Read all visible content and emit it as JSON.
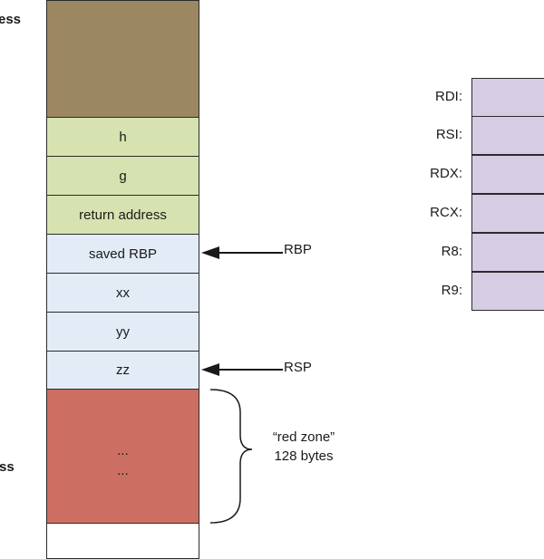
{
  "side_labels": {
    "top": "ess",
    "bottom": "ss",
    "marks": [
      ".",
      "."
    ]
  },
  "stack": {
    "colors": {
      "unused": "#9b8760",
      "args": "#d6e3b1",
      "frame": "#e3ebf6",
      "red_zone": "#cd6e63",
      "empty": "#ffffff"
    },
    "cells": [
      {
        "label": "",
        "kind": "unused"
      },
      {
        "label": "h",
        "kind": "args"
      },
      {
        "label": "g",
        "kind": "args"
      },
      {
        "label": "return address",
        "kind": "args"
      },
      {
        "label": "saved RBP",
        "kind": "frame"
      },
      {
        "label": "xx",
        "kind": "frame"
      },
      {
        "label": "yy",
        "kind": "frame"
      },
      {
        "label": "zz",
        "kind": "frame"
      },
      {
        "label": "...\n...",
        "kind": "red_zone"
      },
      {
        "label": "",
        "kind": "empty"
      }
    ]
  },
  "pointers": {
    "rbp": "RBP",
    "rsp": "RSP"
  },
  "red_zone": {
    "line1": "“red zone”",
    "line2": "128 bytes"
  },
  "registers": [
    {
      "label": "RDI:"
    },
    {
      "label": "RSI:"
    },
    {
      "label": "RDX:"
    },
    {
      "label": "RCX:"
    },
    {
      "label": "R8:"
    },
    {
      "label": "R9:"
    }
  ]
}
